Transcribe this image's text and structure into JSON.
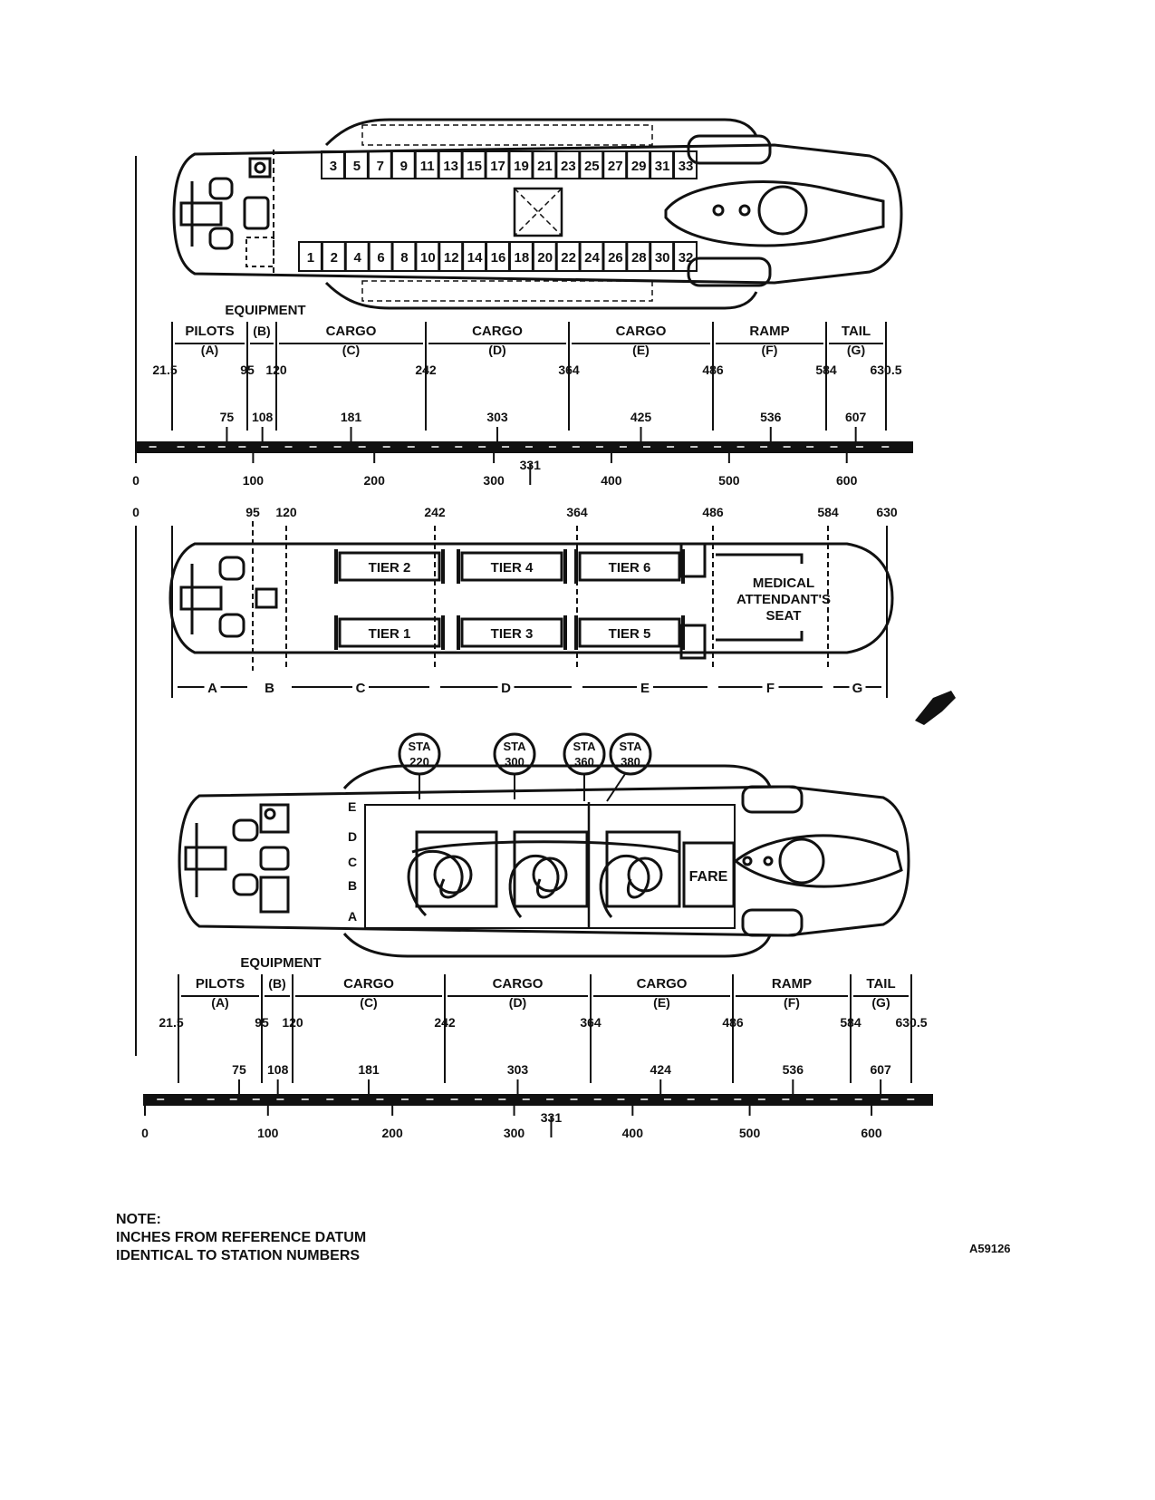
{
  "top_view": {
    "left_seats": [
      "3",
      "5",
      "7",
      "9",
      "11",
      "13",
      "15",
      "17",
      "19",
      "21",
      "23",
      "25",
      "27",
      "29",
      "31",
      "33"
    ],
    "right_seats": [
      "1",
      "2",
      "4",
      "6",
      "8",
      "10",
      "12",
      "14",
      "16",
      "18",
      "20",
      "22",
      "24",
      "26",
      "28",
      "30",
      "32"
    ]
  },
  "middle_view": {
    "tiers": [
      "TIER 2",
      "TIER 4",
      "TIER 6",
      "TIER 1",
      "TIER 3",
      "TIER 5"
    ],
    "medical": [
      "MEDICAL",
      "ATTENDANT'S",
      "SEAT"
    ],
    "station_labels": [
      "0",
      "95",
      "120",
      "242",
      "364",
      "486",
      "584",
      "630"
    ],
    "compartment_letters": [
      "A",
      "B",
      "C",
      "D",
      "E",
      "F",
      "G"
    ]
  },
  "bottom_view": {
    "sta_labels": [
      {
        "line1": "STA",
        "line2": "220"
      },
      {
        "line1": "STA",
        "line2": "300"
      },
      {
        "line1": "STA",
        "line2": "360"
      },
      {
        "line1": "STA",
        "line2": "380"
      }
    ],
    "row_letters": [
      "E",
      "D",
      "C",
      "B",
      "A"
    ],
    "fare_label": "FARE"
  },
  "stations_top": {
    "equipment_label": "EQUIPMENT",
    "compartments": [
      {
        "name": "PILOTS",
        "code": "(A)"
      },
      {
        "name": "",
        "code": "(B)"
      },
      {
        "name": "CARGO",
        "code": "(C)"
      },
      {
        "name": "CARGO",
        "code": "(D)"
      },
      {
        "name": "CARGO",
        "code": "(E)"
      },
      {
        "name": "RAMP",
        "code": "(F)"
      },
      {
        "name": "TAIL",
        "code": "(G)"
      }
    ],
    "boundaries": [
      "21.5",
      "95",
      "120",
      "242",
      "364",
      "486",
      "584",
      "630.5"
    ],
    "centroids": [
      "75",
      "108",
      "181",
      "303",
      "425",
      "536",
      "607"
    ],
    "scale_labels": [
      "0",
      "100",
      "200",
      "300",
      "400",
      "500",
      "600"
    ],
    "mark_331": "331"
  },
  "stations_bottom": {
    "equipment_label": "EQUIPMENT",
    "compartments": [
      {
        "name": "PILOTS",
        "code": "(A)"
      },
      {
        "name": "",
        "code": "(B)"
      },
      {
        "name": "CARGO",
        "code": "(C)"
      },
      {
        "name": "CARGO",
        "code": "(D)"
      },
      {
        "name": "CARGO",
        "code": "(E)"
      },
      {
        "name": "RAMP",
        "code": "(F)"
      },
      {
        "name": "TAIL",
        "code": "(G)"
      }
    ],
    "boundaries": [
      "21.5",
      "95",
      "120",
      "242",
      "364",
      "486",
      "584",
      "630.5"
    ],
    "centroids": [
      "75",
      "108",
      "181",
      "303",
      "424",
      "536",
      "607"
    ],
    "scale_labels": [
      "0",
      "100",
      "200",
      "300",
      "400",
      "500",
      "600"
    ],
    "mark_331": "331"
  },
  "note": {
    "title": "NOTE:",
    "line1": "INCHES FROM REFERENCE DATUM",
    "line2": "IDENTICAL TO STATION NUMBERS"
  },
  "figure_id": "A59126"
}
